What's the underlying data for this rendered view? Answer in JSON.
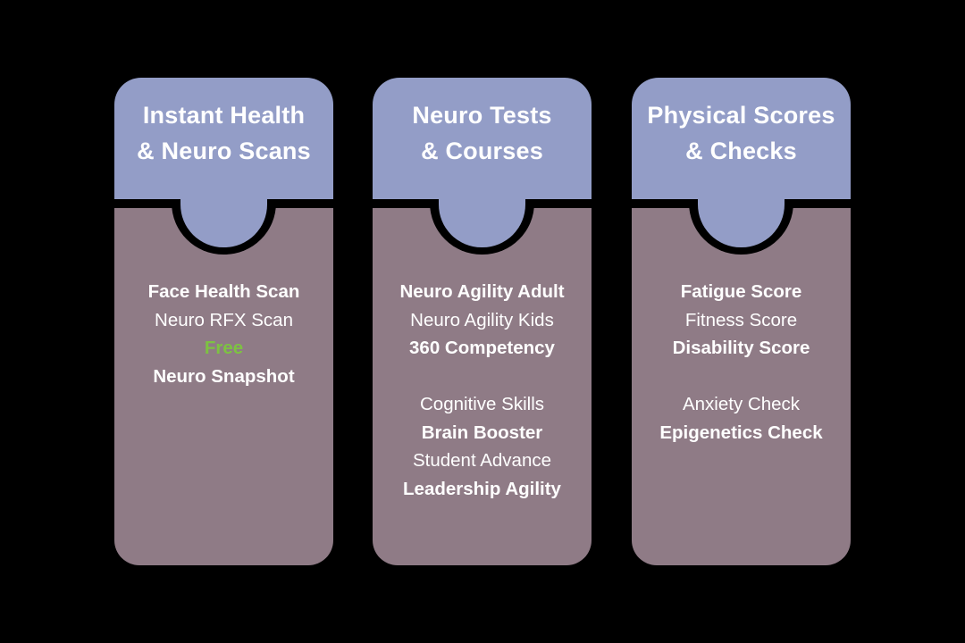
{
  "colors": {
    "header": "#939dc7",
    "body": "#8f7b86",
    "background": "#000000",
    "text": "#ffffff",
    "free": "#7dc242"
  },
  "cards": [
    {
      "title": [
        "Instant Health",
        "& Neuro Scans"
      ],
      "groups": [
        [
          {
            "text": "Face Health Scan",
            "bold": true
          },
          {
            "text": "Neuro RFX Scan",
            "bold": false
          },
          {
            "text": "Free",
            "bold": true,
            "color": "#7dc242"
          },
          {
            "text": "Neuro Snapshot",
            "bold": true
          }
        ]
      ]
    },
    {
      "title": [
        "Neuro Tests",
        "& Courses"
      ],
      "groups": [
        [
          {
            "text": "Neuro Agility Adult",
            "bold": true
          },
          {
            "text": "Neuro Agility Kids",
            "bold": false
          },
          {
            "text": "360 Competency",
            "bold": true
          }
        ],
        [
          {
            "text": "Cognitive Skills",
            "bold": false
          },
          {
            "text": "Brain Booster",
            "bold": true
          },
          {
            "text": "Student Advance",
            "bold": false
          },
          {
            "text": "Leadership Agility",
            "bold": true
          }
        ]
      ]
    },
    {
      "title": [
        "Physical Scores",
        "& Checks"
      ],
      "groups": [
        [
          {
            "text": "Fatigue Score",
            "bold": true
          },
          {
            "text": "Fitness Score",
            "bold": false
          },
          {
            "text": "Disability Score",
            "bold": true
          }
        ],
        [
          {
            "text": "Anxiety Check",
            "bold": false
          },
          {
            "text": "Epigenetics Check",
            "bold": true
          }
        ]
      ]
    }
  ]
}
